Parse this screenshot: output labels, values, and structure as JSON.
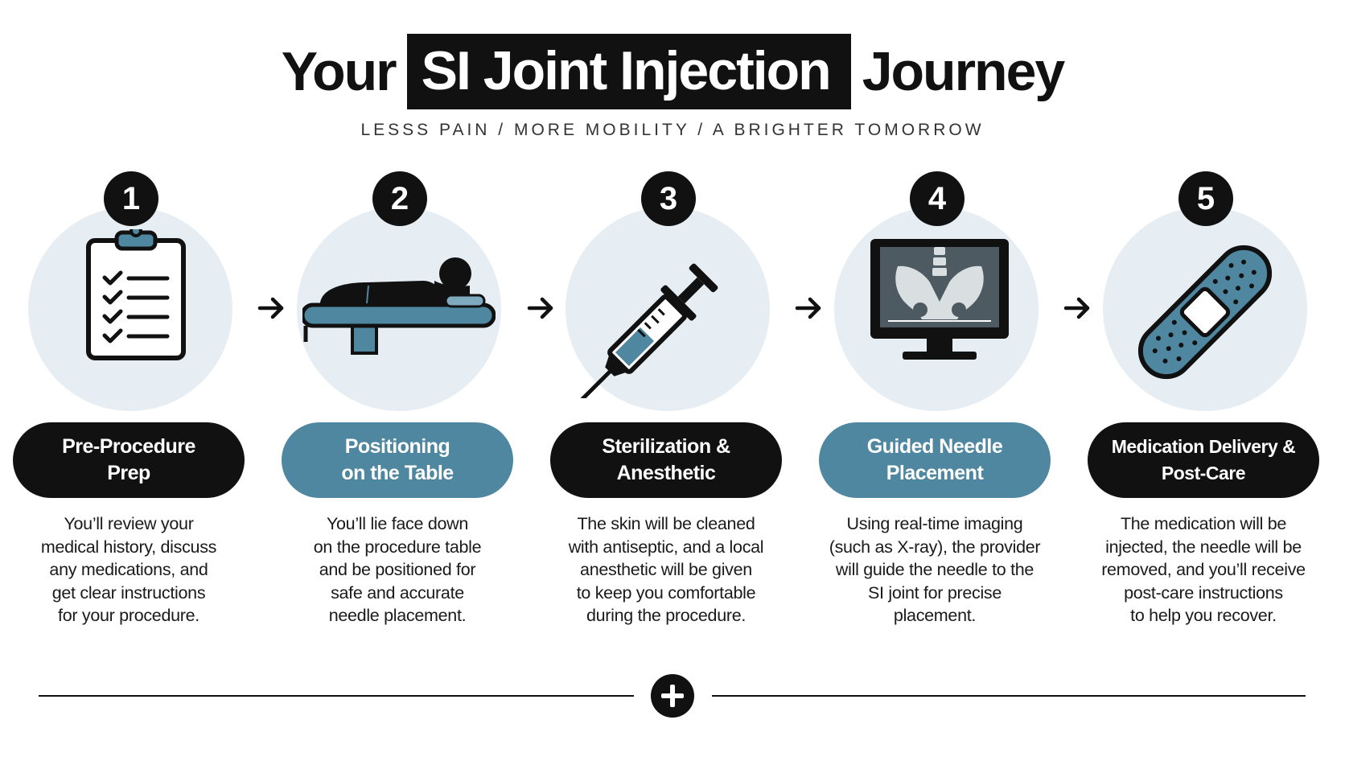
{
  "title": {
    "before": "Your",
    "highlight": "SI Joint Injection",
    "after": "Journey"
  },
  "subtitle": "LESSS PAIN  /  MORE MOBILITY  /  A BRIGHTER TOMORROW",
  "colors": {
    "dark": "#111111",
    "accent": "#4f87a0",
    "circle": "#e6eef4"
  },
  "steps": [
    {
      "number": "1",
      "icon": "clipboard-checklist-icon",
      "label_line1": "Pre-Procedure",
      "label_line2": "Prep",
      "label_style": "dark",
      "desc": [
        "You’ll review your",
        "medical history, discuss",
        "any medications, and",
        "get clear instructions",
        "for your procedure."
      ]
    },
    {
      "number": "2",
      "icon": "patient-on-table-icon",
      "label_line1": "Positioning",
      "label_line2": "on the Table",
      "label_style": "teal",
      "desc": [
        "You’ll lie face down",
        "on the procedure table",
        "and be positioned for",
        "safe and accurate",
        "needle placement."
      ]
    },
    {
      "number": "3",
      "icon": "syringe-icon",
      "label_line1": "Sterilization &",
      "label_line2": "Anesthetic",
      "label_style": "dark",
      "desc": [
        "The skin will be cleaned",
        "with antiseptic, and a local",
        "anesthetic will be given",
        "to keep you comfortable",
        "during the procedure."
      ]
    },
    {
      "number": "4",
      "icon": "xray-monitor-icon",
      "label_line1": "Guided Needle",
      "label_line2": "Placement",
      "label_style": "teal",
      "desc": [
        "Using real-time imaging",
        "(such as X-ray), the provider",
        "will guide the needle to the",
        "SI joint for precise",
        "placement."
      ]
    },
    {
      "number": "5",
      "icon": "bandage-icon",
      "label_line1": "Medication Delivery &",
      "label_line2": "Post-Care",
      "label_style": "dark",
      "desc": [
        "The medication will be",
        "injected, the needle will be",
        "removed, and you’ll receive",
        "post-care instructions",
        "to help you recover."
      ]
    }
  ]
}
